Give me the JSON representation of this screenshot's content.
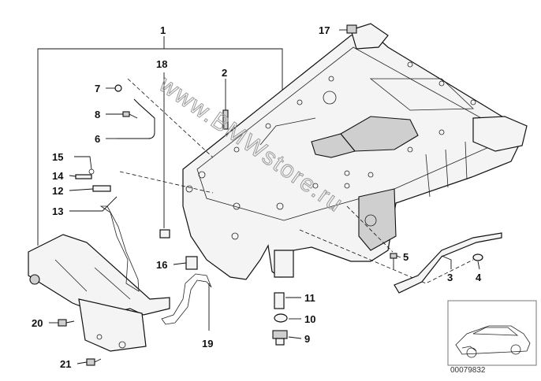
{
  "callouts": [
    {
      "id": "1",
      "label": "1"
    },
    {
      "id": "2",
      "label": "2"
    },
    {
      "id": "3",
      "label": "3"
    },
    {
      "id": "4",
      "label": "4"
    },
    {
      "id": "5",
      "label": "5"
    },
    {
      "id": "6",
      "label": "6"
    },
    {
      "id": "7",
      "label": "7"
    },
    {
      "id": "8",
      "label": "8"
    },
    {
      "id": "9",
      "label": "9"
    },
    {
      "id": "10",
      "label": "10"
    },
    {
      "id": "11",
      "label": "11"
    },
    {
      "id": "12",
      "label": "12"
    },
    {
      "id": "13",
      "label": "13"
    },
    {
      "id": "14",
      "label": "14"
    },
    {
      "id": "15",
      "label": "15"
    },
    {
      "id": "16",
      "label": "16"
    },
    {
      "id": "17",
      "label": "17"
    },
    {
      "id": "18",
      "label": "18"
    },
    {
      "id": "19",
      "label": "19"
    },
    {
      "id": "20",
      "label": "20"
    },
    {
      "id": "21",
      "label": "21"
    }
  ],
  "watermark": "www.BMWstore.ru",
  "reference_number": "00079832"
}
